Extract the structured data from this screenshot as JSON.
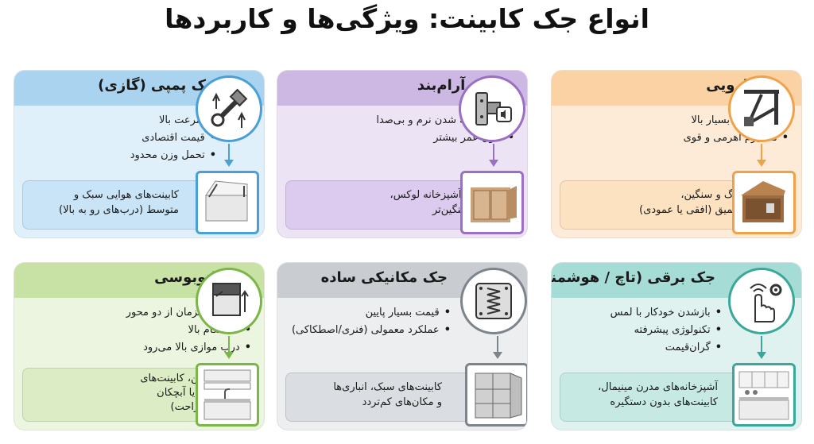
{
  "title": "انواع جک کابینت: ویژگی‌ها و کاربردها",
  "cards": [
    {
      "heading": "جک بازویی",
      "bullets": [
        "تحمل وزن بسیار بالا",
        "مکانیزم اهرمی و قوی"
      ],
      "usage": [
        "درب‌های بزرگ و سنگین،",
        "کابینت‌های عمیق (افقی یا عمودی)"
      ],
      "colors": {
        "head": "#fbd2a4",
        "bg": "#fdebd8",
        "accent": "#f0a24a",
        "usage_bg": "#fde2c2"
      },
      "icon": "arm-lift-icon"
    },
    {
      "heading": "جک آرام‌بند",
      "bullets": [
        "باز و بسته شدن نرم و بی‌صدا",
        "طول عمر بیشتر"
      ],
      "usage": [
        "کابینت‌های آشپزخانه لوکس،",
        "درب‌های سنگین‌تر"
      ],
      "colors": {
        "head": "#cdb7e3",
        "bg": "#ece3f4",
        "accent": "#9a6fc4",
        "usage_bg": "#dccbee"
      },
      "icon": "soft-close-hinge-icon"
    },
    {
      "heading": "جک پمپی (گازی)",
      "bullets": [
        "سرعت بالا",
        "قیمت اقتصادی",
        "تحمل وزن محدود"
      ],
      "usage": [
        "کابینت‌های هوایی سبک و",
        "متوسط (درب‌های رو به بالا)"
      ],
      "colors": {
        "head": "#a9d3ee",
        "bg": "#e0f0fa",
        "accent": "#4a9fd6",
        "usage_bg": "#c8e4f6"
      },
      "icon": "gas-piston-icon"
    },
    {
      "heading": "جک برقی (تاچ / هوشمند)",
      "bullets": [
        "بازشدن خودکار با لمس",
        "تکنولوژی پیشرفته",
        "گران‌قیمت"
      ],
      "usage": [
        "آشپزخانه‌های مدرن مینیمال،",
        "کابینت‌های بدون دستگیره"
      ],
      "colors": {
        "head": "#a6dcd6",
        "bg": "#dff2ef",
        "accent": "#3aa79a",
        "usage_bg": "#c6e9e4"
      },
      "icon": "touch-smart-icon"
    },
    {
      "heading": "جک مکانیکی ساده",
      "bullets": [
        "قیمت بسیار پایین",
        "عملکرد معمولی (فنری/اصطکاکی)"
      ],
      "usage": [
        "کابینت‌های سبک، انباری‌ها",
        "و مکان‌های کم‌تردد"
      ],
      "colors": {
        "head": "#c9cdd2",
        "bg": "#eceef0",
        "accent": "#7d848c",
        "usage_bg": "#dadde1"
      },
      "icon": "spring-hinge-icon"
    },
    {
      "heading": "جک اتوبوسی",
      "bullets": [
        "حرکت همزمان از دو محور",
        "استحکام بالا",
        "درب موازی بالا می‌رود"
      ],
      "usage": [
        "درب‌های پهن، کابینت‌های",
        "بالای سینک یا آبچکان",
        "(دسترسی راحت)"
      ],
      "colors": {
        "head": "#c7e2a4",
        "bg": "#ecf5df",
        "accent": "#7bb648",
        "usage_bg": "#dcedc6"
      },
      "icon": "parallel-lift-icon"
    }
  ]
}
